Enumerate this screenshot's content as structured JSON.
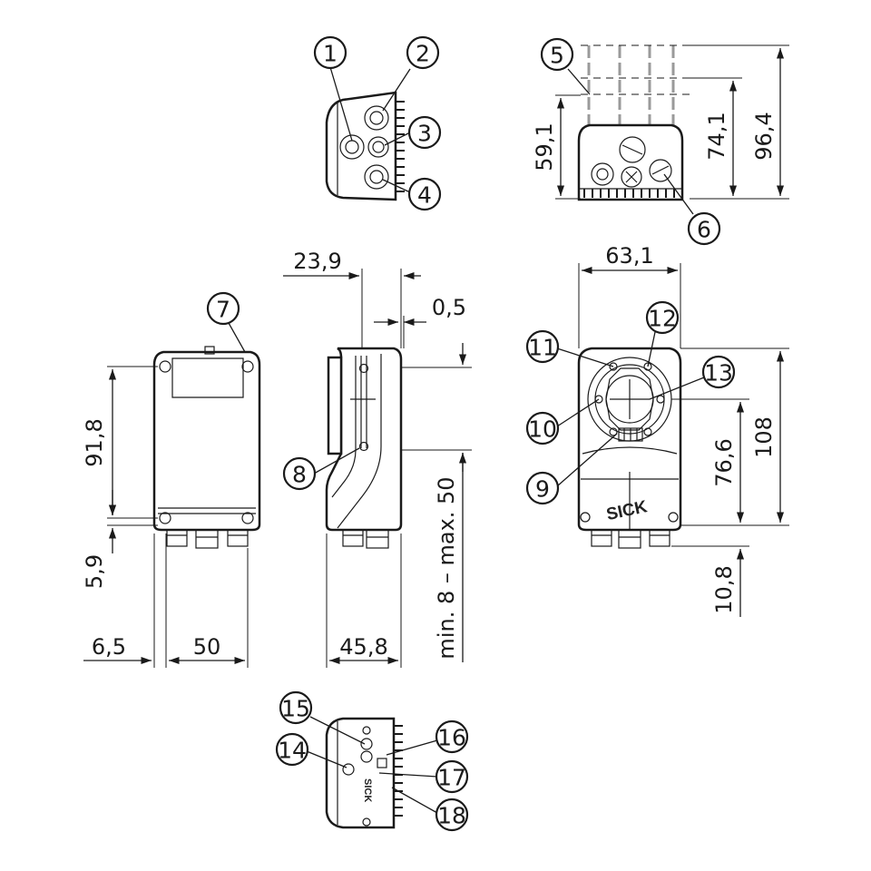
{
  "callouts": [
    "1",
    "2",
    "3",
    "4",
    "5",
    "6",
    "7",
    "8",
    "9",
    "10",
    "11",
    "12",
    "13",
    "14",
    "15",
    "16",
    "17",
    "18"
  ],
  "dimensions": {
    "top_h1": "59,1",
    "top_h2": "74,1",
    "top_h3": "96,4",
    "side_depth": "23,9",
    "side_offset": "0,5",
    "side_width": "45,8",
    "side_clearance": "min. 8 – max. 50",
    "front_height": "91,8",
    "front_bottom": "5,9",
    "front_margin": "6,5",
    "front_width": "50",
    "back_width": "63,1",
    "back_height": "108",
    "back_center": "76,6",
    "back_bottom": "10,8"
  },
  "brand": "SICK"
}
